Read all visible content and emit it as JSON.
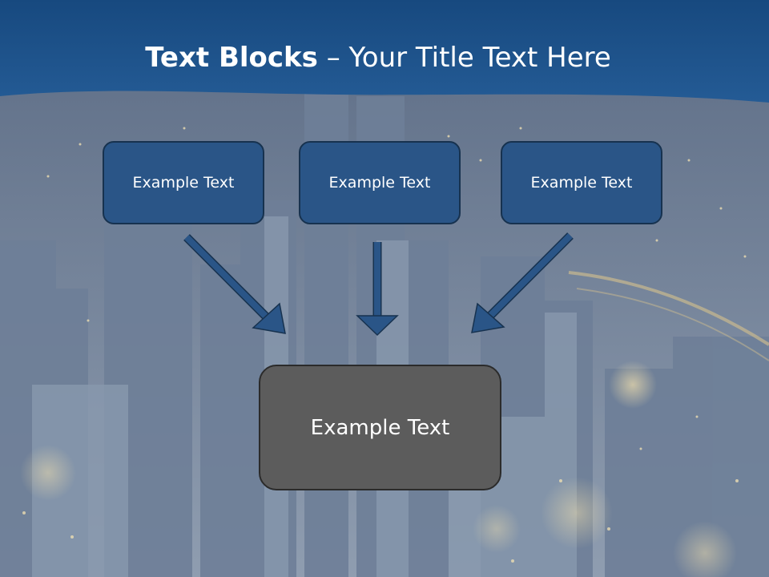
{
  "slide": {
    "title_bold": "Text Blocks",
    "title_separator": " – ",
    "title_rest": "Your Title Text Here"
  },
  "blocks": {
    "top_left": "Example Text",
    "top_center": "Example Text",
    "top_right": "Example Text",
    "bottom": "Example Text"
  },
  "colors": {
    "header_band": "#1f4f86",
    "top_box_fill": "#2a5587",
    "bottom_box_fill": "#5c5c5c",
    "arrow": "#2a5587"
  }
}
